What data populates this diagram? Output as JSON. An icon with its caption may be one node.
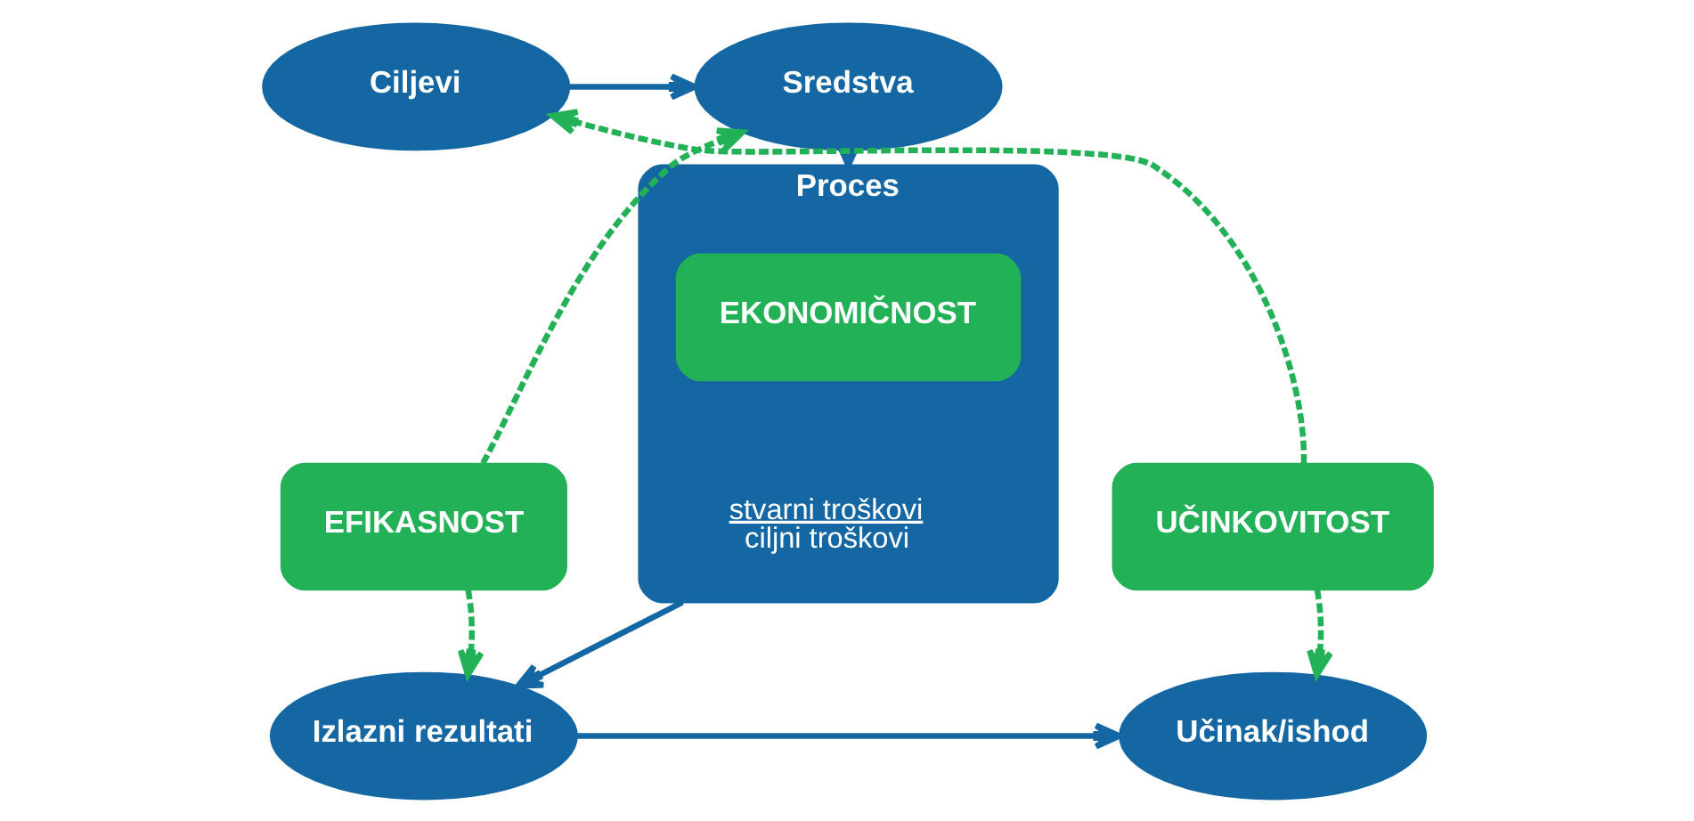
{
  "diagram": {
    "nodes": [
      {
        "text": [
          "Ciljevi"
        ]
      },
      {
        "text": [
          "Sredstva"
        ]
      },
      {
        "text": [
          "Proces",
          "stvarni troškovi",
          "ciljni troškovi"
        ]
      },
      {
        "text": [
          "EKONOMIČNOST"
        ],
        "in": 2
      },
      {
        "text": [
          "UČINKOVITOST"
        ]
      },
      {
        "text": [
          "EFIKASNOST"
        ]
      },
      {
        "text": [
          "Učinak/ishod"
        ]
      },
      {
        "text": [
          "Izlazni rezultati"
        ]
      }
    ],
    "edges": [
      {
        "from": 0,
        "to": 1,
        "arrow": "to"
      },
      {
        "from": 1,
        "to": 2,
        "arrow": "to"
      },
      {
        "from": 2,
        "to": 7,
        "arrow": "to"
      },
      {
        "from": 7,
        "to": 6,
        "arrow": "to"
      },
      {
        "from": 4,
        "to": 0,
        "arrow": "to",
        "style": "dashed",
        "color": "#23b157"
      },
      {
        "from": 4,
        "to": 6,
        "arrow": "to",
        "style": "dashed",
        "color": "#23b157"
      },
      {
        "from": 5,
        "to": 1,
        "arrow": "to",
        "style": "dashed",
        "color": "#23b157"
      },
      {
        "from": 5,
        "to": 7,
        "arrow": "to",
        "style": "dashed",
        "color": "#23b157"
      }
    ]
  }
}
